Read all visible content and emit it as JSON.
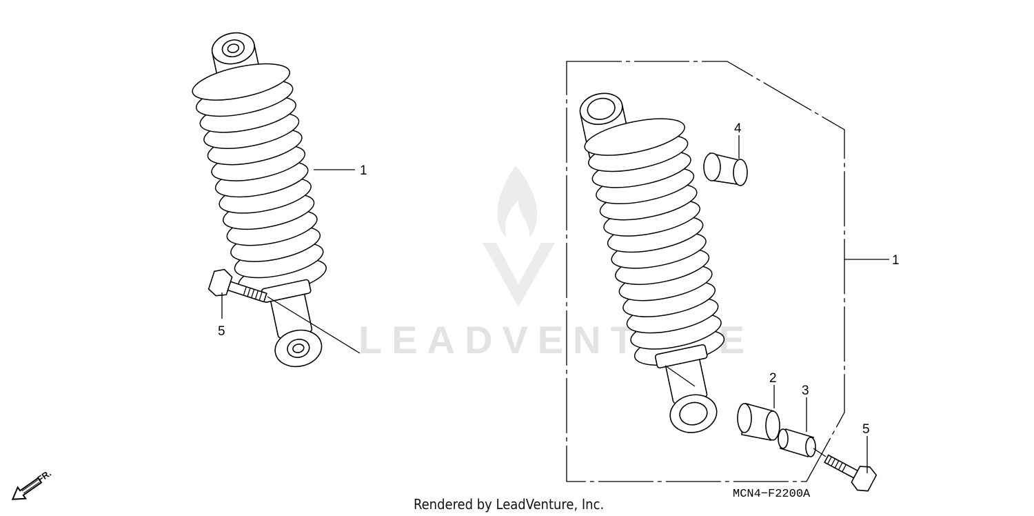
{
  "watermark": {
    "text": "LEADVENTURE"
  },
  "callouts": {
    "left_shock": "1",
    "left_bolt": "5",
    "kit": "1",
    "collar": "2",
    "spacer": "3",
    "bushing": "4",
    "bolt": "5"
  },
  "direction": {
    "label": "FR."
  },
  "diagram_code": "MCN4−F2200A",
  "footer": "Rendered by LeadVenture, Inc.",
  "icons": [
    "front-direction-arrow-icon",
    "leadventure-flame-logo"
  ]
}
